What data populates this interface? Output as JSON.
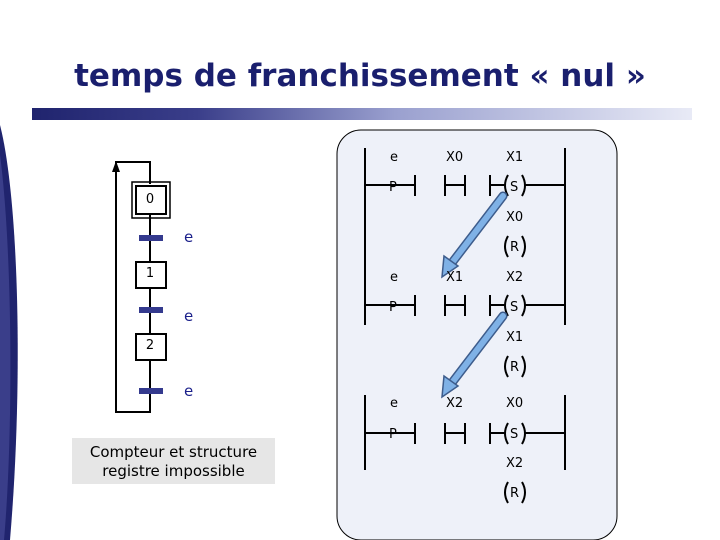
{
  "title": "temps de franchissement « nul »",
  "grafcet": {
    "steps": [
      "0",
      "1",
      "2"
    ],
    "transitions": [
      "e",
      "e",
      "e"
    ]
  },
  "ladder": {
    "rungs": [
      {
        "condition": "e",
        "contact_a": "X0",
        "contact_b": "X1",
        "input": "P",
        "set_coil": "S",
        "reset_target": "X0",
        "reset_coil": "R"
      },
      {
        "condition": "e",
        "contact_a": "X1",
        "contact_b": "X2",
        "input": "P",
        "set_coil": "S",
        "reset_target": "X1",
        "reset_coil": "R"
      },
      {
        "condition": "e",
        "contact_a": "X2",
        "contact_b": "X0",
        "input": "P",
        "set_coil": "S",
        "reset_target": "X2",
        "reset_coil": "R"
      }
    ]
  },
  "caption": {
    "line1": "Compteur et structure",
    "line2": "registre impossible"
  },
  "colors": {
    "title": "#1a1f6e",
    "panel": "#eef1f9",
    "transition_bar": "#343a8e",
    "arrow": "#7fb1e6"
  }
}
